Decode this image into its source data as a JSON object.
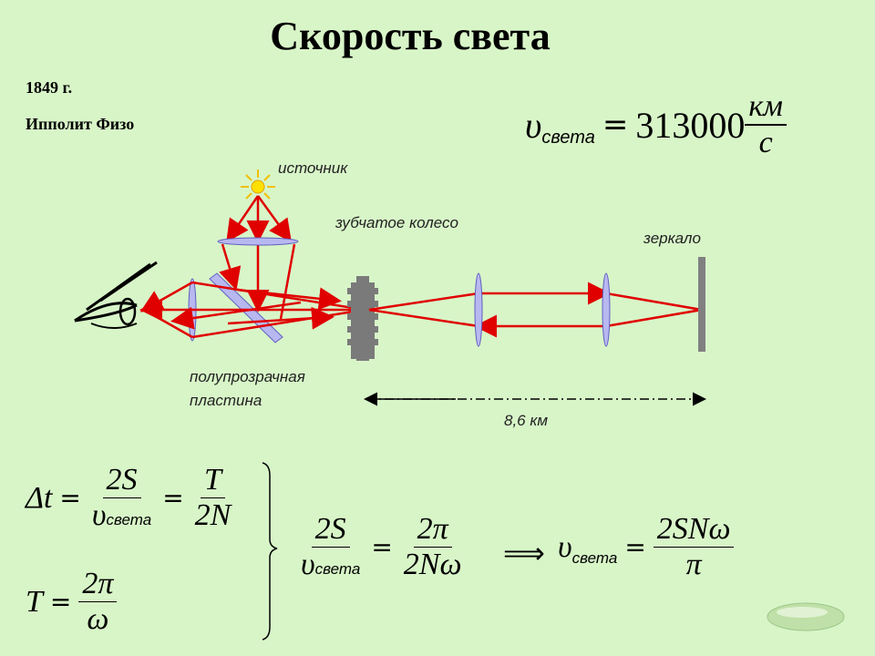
{
  "title": "Скорость света",
  "year": "1849 г.",
  "scientist": "Ипполит Физо",
  "labels": {
    "source": "источник",
    "wheel": "зубчатое колесо",
    "mirror": "зеркало",
    "plate_line1": "полупрозрачная",
    "plate_line2": "пластина",
    "distance": "8,6 км"
  },
  "speed_formula": {
    "symbol": "υ",
    "subscript": "света",
    "equals": "=",
    "value": "313000",
    "unit_num": "км",
    "unit_den": "с"
  },
  "formula_dt": {
    "lhs": "Δt",
    "num1": "2S",
    "den1_symbol": "υ",
    "den1_sub": "света",
    "num2": "T",
    "den2": "2N"
  },
  "formula_T": {
    "lhs": "T",
    "num": "2π",
    "den": "ω"
  },
  "formula_ratio": {
    "num1": "2S",
    "den1_symbol": "υ",
    "den1_sub": "света",
    "num2": "2π",
    "den2": "2Nω"
  },
  "implies": "⟹",
  "formula_result": {
    "symbol": "υ",
    "subscript": "света",
    "num": "2SNω",
    "den": "π"
  },
  "colors": {
    "background": "#d8f5c8",
    "ray": "#e00000",
    "lens": "#b8b8f0",
    "mirror": "#808080",
    "nav_button": "#bfe0a8"
  }
}
